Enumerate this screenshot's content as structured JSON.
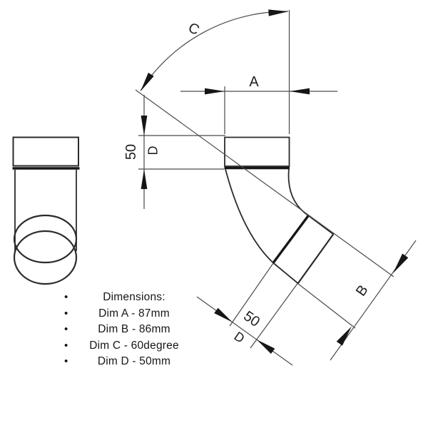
{
  "drawing": {
    "labels": {
      "dim_a": "A",
      "dim_b": "B",
      "dim_c": "C",
      "socket_height_value": "50",
      "socket_height_letter": "D",
      "outlet_diameter_value": "50",
      "outlet_diameter_letter": "D"
    },
    "colors": {
      "thin_line": "#4a4a4a",
      "object_line": "#2b2b2b",
      "thick_line": "#161616",
      "arrow_fill": "#161616",
      "text": "#1f1f1f",
      "background": "#ffffff"
    }
  },
  "dimensions_list": {
    "bullet": "•",
    "items": [
      {
        "text": "Dimensions:"
      },
      {
        "text": "Dim A - 87mm"
      },
      {
        "text": "Dim B - 86mm"
      },
      {
        "text": "Dim C - 60degree"
      },
      {
        "text": "Dim D - 50mm"
      }
    ]
  }
}
